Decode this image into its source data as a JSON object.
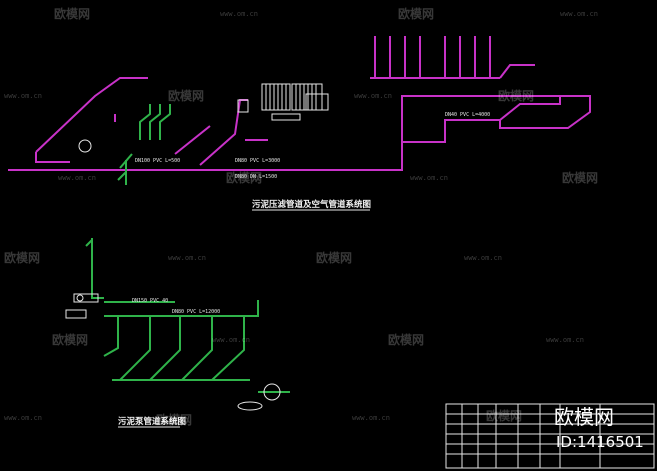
{
  "diagram_titles": {
    "upper": "污泥压滤管道及空气管道系统图",
    "lower": "污泥泵管道系统图"
  },
  "pipe_labels": {
    "dn100_pvc": "DN100 PVC L=500",
    "dn80_pvc": "DN80 PVC L=3000",
    "dn80_dn": "DN80 DN L=1500",
    "dn40": "DN40 PVC L=4000",
    "dn150_lower": "DN150 PVC 40",
    "dn80_lower": "DN80 PVC L=12000"
  },
  "watermark": {
    "text": "欧模网",
    "url": "www.om.cn"
  },
  "brand": {
    "name": "欧模网",
    "id": "ID:1416501"
  },
  "colors": {
    "sludge_pipe": "#c832c8",
    "water_pipe": "#2fb34a",
    "linework": "#e6e6e6"
  }
}
